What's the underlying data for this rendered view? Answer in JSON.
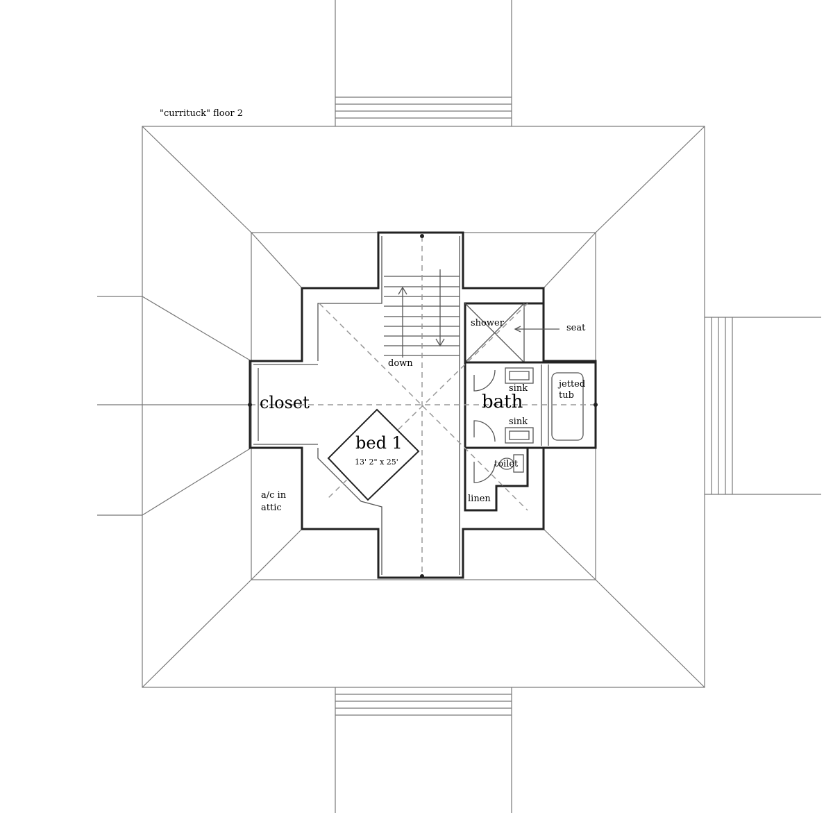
{
  "title": "\"currituck\" floor 2",
  "rooms": {
    "closet": "closet",
    "bed": "bed 1",
    "bed_size": "13' 2\" x 25'",
    "bath": "bath",
    "sink_top": "sink",
    "sink_bottom": "sink",
    "jetted_tub_1": "jetted",
    "jetted_tub_2": "tub",
    "shower": "shower",
    "seat": "seat",
    "toilet": "toilet",
    "linen": "linen",
    "down": "down",
    "ac_1": "a/c in",
    "ac_2": "attic"
  }
}
